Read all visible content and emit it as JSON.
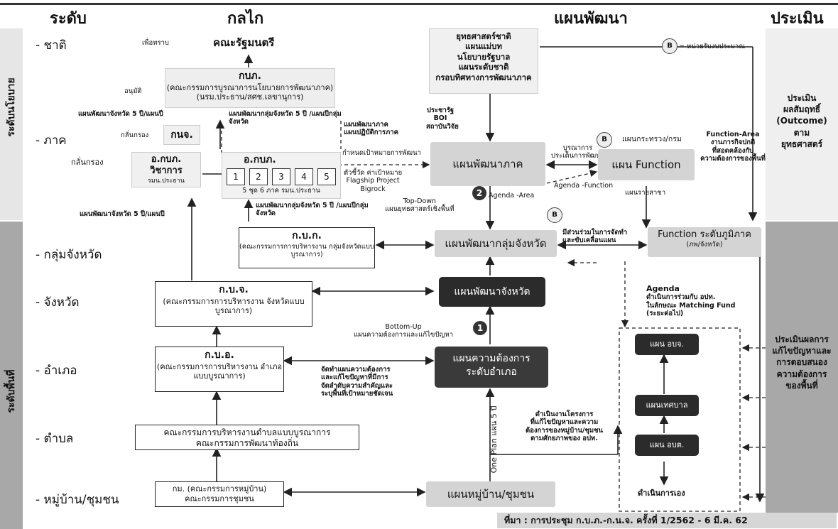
{
  "headers": {
    "level": "ระดับ",
    "mechanism": "กลไก",
    "plan": "แผนพัฒนา",
    "evaluation": "ประเมิน"
  },
  "side_labels": {
    "policy": "ระดับนโยบาย",
    "area": "ระดับพื้นที่"
  },
  "levels": {
    "national": "- ชาติ",
    "region": "- ภาค",
    "province_group": "- กลุ่มจังหวัด",
    "province": "- จังหวัด",
    "district": "- อำเภอ",
    "subdistrict": "- ตำบล",
    "village": "- หมู่บ้าน/ชุมชน"
  },
  "mechanism": {
    "cabinet": "คณะรัฐมนตรี",
    "for_info": "เพื่อทราบ",
    "approve": "อนุมัติ",
    "kbp_title": "กบภ.",
    "kbp_desc": "(คณะกรรมการบูรณาการนโยบายการพัฒนาภาค)",
    "kbp_chair": "(นรม.ประธาน/สศช.เลขานุการ)",
    "knj": "กนจ.",
    "screen1": "กลั่นกรอง",
    "screen2": "กลั่นกรอง",
    "okbp_acad": "อ.กบภ.",
    "okbp_acad2": "วิชาการ",
    "okbp_acad_chair": "รมน.ประธาน",
    "okbp": "อ.กบภ.",
    "okbp_nums": [
      "1",
      "2",
      "3",
      "4",
      "5"
    ],
    "okbp_note": "5 ชุด 6 ภาค รมน.ประธาน",
    "left_plan1": "แผนพัฒนาจังหวัด 5 ปี/แผนปี",
    "left_plan2": "แผนพัฒนากลุ่มจังหวัด 5 ปี /แผนปีกลุ่มจังหวัด",
    "left_plan3": "แผนพัฒนาจังหวัด 5 ปี/แผนปี",
    "left_plan4": "แผนพัฒนากลุ่มจังหวัด 5 ปี /แผนปีกลุ่มจังหวัด",
    "kbk_title": "ก.บ.ก.",
    "kbk_desc": "(คณะกรรมการการบริหารงาน กลุ่มจังหวัดแบบบูรณาการ)",
    "kbj_title": "ก.บ.จ.",
    "kbj_desc": "(คณะกรรมการการบริหารงาน จังหวัดแบบบูรณาการ)",
    "kba_title": "ก.บ.อ.",
    "kba_desc": "(คณะกรรมการการบริหารงาน อำเภอแบบบูรณาการ)",
    "tambon_l1": "คณะกรรมการบริหารงานตำบลแบบบูรณาการ",
    "tambon_l2": "คณะกรรมการพัฒนาท้องถิ่น",
    "village_l1": "กม. (คณะกรรมการหมู่บ้าน)",
    "village_l2": "คณะกรรมการชุมชน"
  },
  "plan": {
    "national_box": [
      "ยุทธศาสตร์ชาติ",
      "แผนแม่บท",
      "นโยบายรัฐบาล",
      "แผนระดับชาติ",
      "กรอบทิศทางการพัฒนาภาค"
    ],
    "budget_unit": "= หน่วยรับงบประมาณ",
    "people": [
      "ประชารัฐ",
      "BOI",
      "สถาบันวิจัย"
    ],
    "regional_plan_notes": [
      "แผนพัฒนาภาค",
      "แผนปฏิบัติการภาค"
    ],
    "regional_target": "กำหนดเป้าหมายการพัฒนา",
    "indicators": [
      "ตัวชี้วัด ค่าเป้าหมาย",
      "Flagship Project",
      "Bigrock"
    ],
    "regional_plan": "แผนพัฒนาภาค",
    "ministry": "แผนกระทรวง/กรม",
    "integrated": [
      "บูรณาการ",
      "ประเด็นการพัฒนา"
    ],
    "function_plan": "แผน Function",
    "function_area": [
      "Function-Area",
      "งานภารกิจปกติ",
      "ที่สอดคล้องกับ",
      "ความต้องการของพื้นที่"
    ],
    "agenda_function": "Agenda -Function",
    "sector_plan": "แผนรายสาขา",
    "agenda_area": "Agenda -Area",
    "top_down": [
      "Top-Down",
      "แผนยุทธศาสตร์เชิงพื้นที่"
    ],
    "pg_plan": "แผนพัฒนากลุ่มจังหวัด",
    "participate": [
      "มีส่วนร่วมในการจัดทำ",
      "และขับเคลื่อนแผน"
    ],
    "function_regional": "Function ระดับภูมิภาค",
    "function_regional_sub": "(ภพ/จังหวัด)",
    "agenda": [
      "Agenda",
      "ดำเนินการร่วมกับ อปท.",
      "ในลักษณะ Matching Fund",
      "(ระยะต่อไป)"
    ],
    "prov_plan": "แผนพัฒนาจังหวัด",
    "bottom_up": [
      "Bottom-Up",
      "แผนความต้องการและแก้ไขปัญหา"
    ],
    "district_plan": [
      "แผนความต้องการ",
      "ระดับอำเภอ"
    ],
    "district_steps": [
      "จัดทำแผนความต้องการ",
      "และแก้ไขปัญหาที่มีการ",
      "จัดลำดับความสำคัญและ",
      "ระบุพื้นที่เป้าหมายชัดเจน"
    ],
    "local_plans": [
      "แผน อบจ.",
      "แผนเทศบาล",
      "แผน อบต."
    ],
    "local_project": [
      "ดำเนินงานโครงการ",
      "ที่แก้ไขปัญหาและความ",
      "ต้องการของหมู่บ้าน/ชุมชน",
      "ตามศักยภาพของ อปท."
    ],
    "self_do": "ดำเนินการเอง",
    "one_plan": "One Plan แผน 5 ปี",
    "village_plan": "แผนหมู่บ้าน/ชุมชน",
    "circles": [
      "2",
      "1"
    ],
    "b_marks": [
      "B",
      "B",
      "B"
    ]
  },
  "evaluation": {
    "policy": [
      "ประเมิน",
      "ผลสัมฤทธิ์",
      "(Outcome)",
      "ตาม",
      "ยุทธศาสตร์"
    ],
    "area": [
      "ประเมินผลการ",
      "แก้ไขปัญหาและ",
      "การตอบสนอง",
      "ความต้องการ",
      "ของพื้นที่"
    ]
  },
  "source": "ที่มา : การประชุม ก.บ.ภ.-ก.น.จ. ครั้งที่ 1/2562 - 6 มี.ค. 62"
}
